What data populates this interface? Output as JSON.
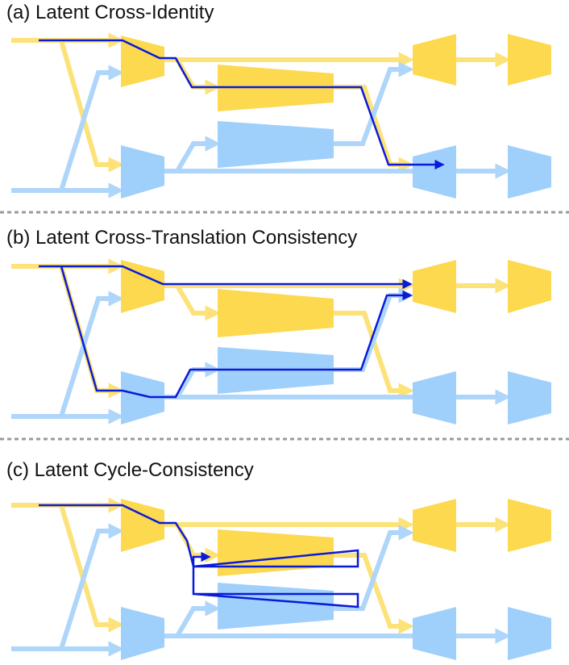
{
  "panels": [
    {
      "title": "(a) Latent Cross-Identity"
    },
    {
      "title": "(b) Latent Cross-Translation Consistency"
    },
    {
      "title": "(c) Latent Cycle-Consistency"
    }
  ],
  "colors": {
    "domain_a": "#FDD94F",
    "domain_a_arrow": "#FCE278",
    "domain_b": "#9FCFFB",
    "domain_b_arrow": "#AED5FA",
    "path": "#0A1BD8",
    "separator": "#9a9a9a"
  }
}
